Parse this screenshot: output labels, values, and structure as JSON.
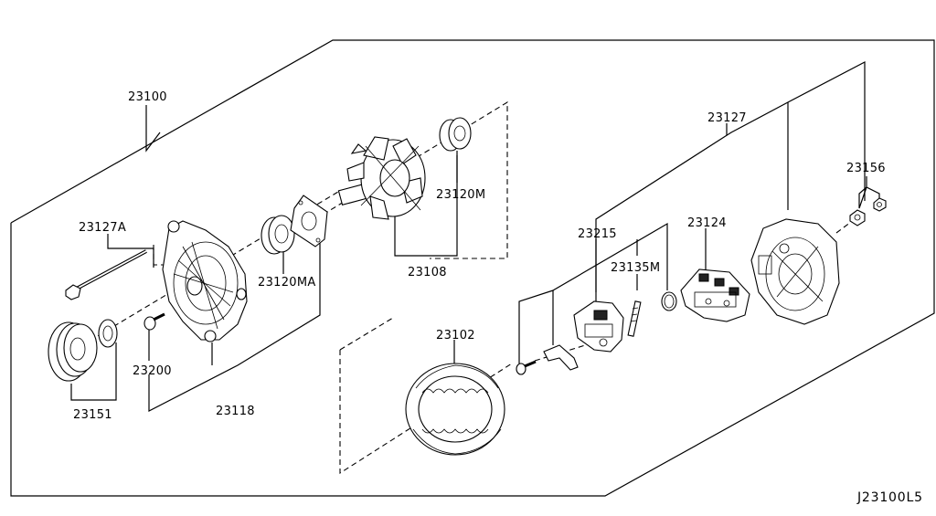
{
  "diagram": {
    "diagram_id": "J23100L5",
    "parts": [
      {
        "label": "23100"
      },
      {
        "label": "23127A"
      },
      {
        "label": "23151"
      },
      {
        "label": "23200"
      },
      {
        "label": "23118"
      },
      {
        "label": "23120MA"
      },
      {
        "label": "23108"
      },
      {
        "label": "23120M"
      },
      {
        "label": "23102"
      },
      {
        "label": "23215"
      },
      {
        "label": "23135M"
      },
      {
        "label": "23124"
      },
      {
        "label": "23127"
      },
      {
        "label": "23156"
      }
    ]
  }
}
